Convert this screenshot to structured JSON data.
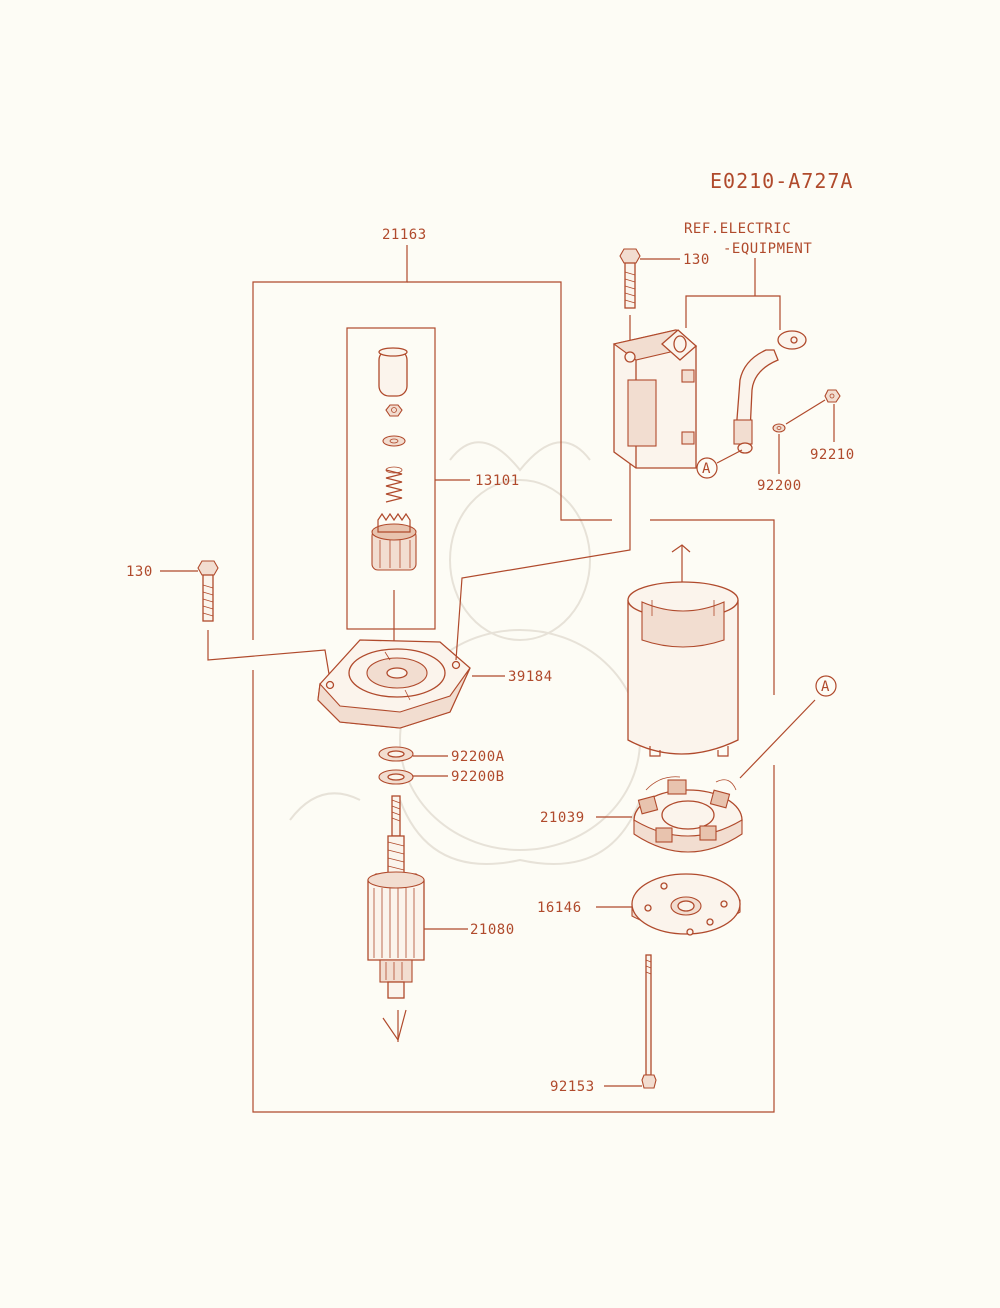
{
  "diagram_code": "E0210-A727A",
  "reference_note": {
    "line1": "REF.ELECTRIC",
    "line2": "-EQUIPMENT"
  },
  "callouts": {
    "p21163": "21163",
    "p130_top": "130",
    "p13101": "13101",
    "p130_left": "130",
    "p39184": "39184",
    "p92200A": "92200A",
    "p92200B": "92200B",
    "p21080": "21080",
    "p21039": "21039",
    "p16146": "16146",
    "p92153": "92153",
    "p92210": "92210",
    "p92200": "92200"
  },
  "connector_marks": {
    "a_top": "A",
    "a_right": "A"
  },
  "colors": {
    "line": "#b04a2c",
    "background": "#fdfcf5"
  }
}
